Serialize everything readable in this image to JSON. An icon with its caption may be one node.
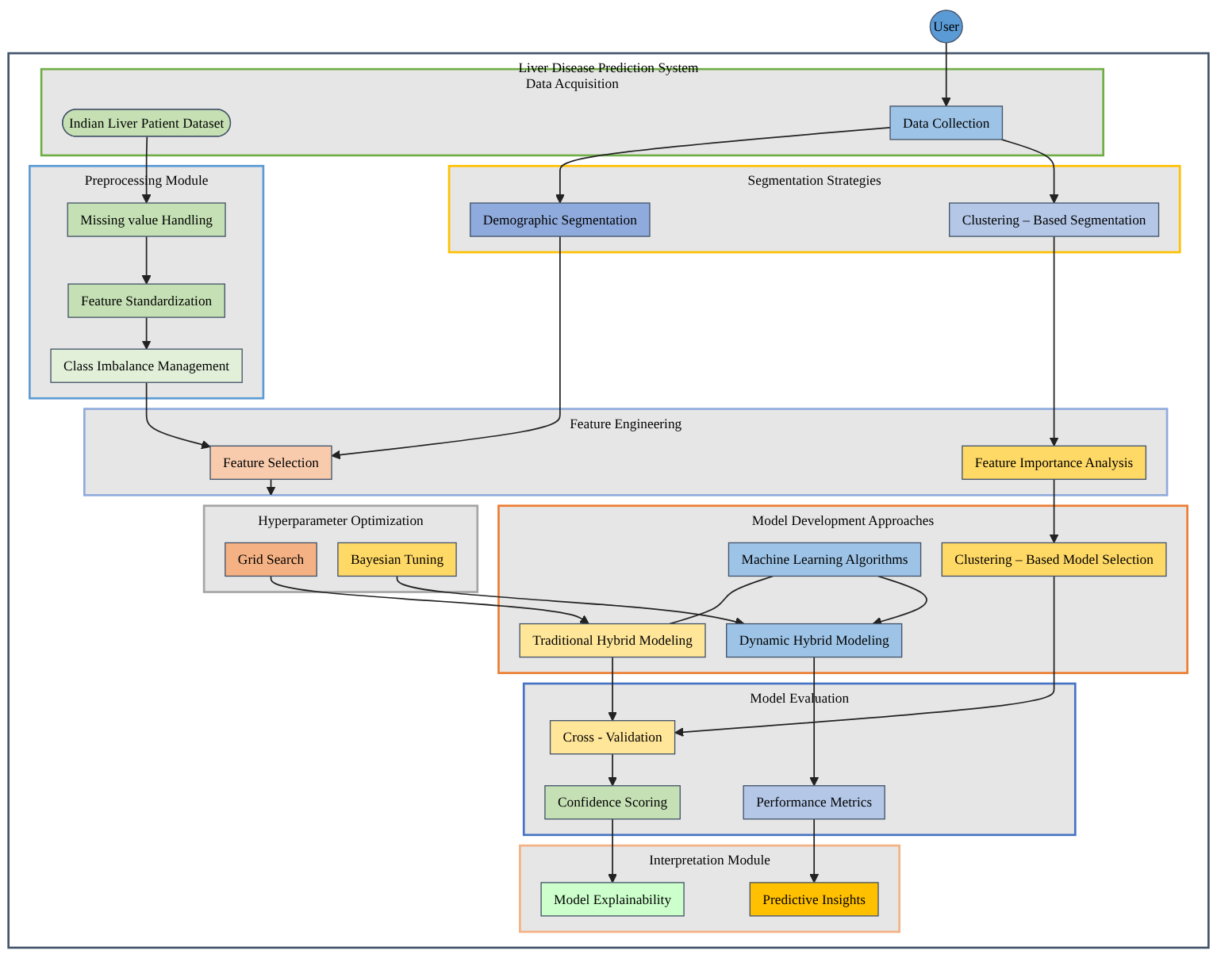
{
  "diagram": {
    "nodes": [
      {
        "text": [
          "User"
        ]
      },
      {
        "text": [
          "Liver Disease Prediction System"
        ]
      },
      {
        "text": [
          "Data Acquisition"
        ],
        "in": 1
      },
      {
        "text": [
          "Indian Liver Patient Dataset"
        ],
        "in": 2
      },
      {
        "text": [
          "Data Collection"
        ],
        "in": 2
      },
      {
        "text": [
          "Preprocessing Module"
        ],
        "in": 1
      },
      {
        "text": [
          "Missing value Handling"
        ],
        "in": 5
      },
      {
        "text": [
          "Feature Standardization"
        ],
        "in": 5
      },
      {
        "text": [
          "Class Imbalance Management"
        ],
        "in": 5
      },
      {
        "text": [
          "Segmentation Strategies"
        ],
        "in": 1
      },
      {
        "text": [
          "Demographic Segmentation"
        ],
        "in": 9
      },
      {
        "text": [
          "Clustering – Based Segmentation"
        ],
        "in": 9
      },
      {
        "text": [
          "Feature Engineering"
        ],
        "in": 1
      },
      {
        "text": [
          "Feature Selection"
        ],
        "in": 12
      },
      {
        "text": [
          "Feature Importance Analysis"
        ],
        "in": 12
      },
      {
        "text": [
          "Hyperparameter Optimization"
        ],
        "in": 1
      },
      {
        "text": [
          "Grid Search"
        ],
        "in": 15
      },
      {
        "text": [
          "Bayesian Tuning"
        ],
        "in": 15
      },
      {
        "text": [
          "Model Development Approaches"
        ],
        "in": 1
      },
      {
        "text": [
          "Machine Learning Algorithms"
        ],
        "in": 18
      },
      {
        "text": [
          "Clustering – Based Model Selection"
        ],
        "in": 18
      },
      {
        "text": [
          "Traditional Hybrid Modeling"
        ],
        "in": 18
      },
      {
        "text": [
          "Dynamic Hybrid Modeling"
        ],
        "in": 18
      },
      {
        "text": [
          "Model Evaluation"
        ],
        "in": 1
      },
      {
        "text": [
          "Cross - Validation"
        ],
        "in": 23
      },
      {
        "text": [
          "Performance Metrics"
        ],
        "in": 23
      },
      {
        "text": [
          "Confidence Scoring"
        ],
        "in": 23
      },
      {
        "text": [
          "Interpretation Module"
        ],
        "in": 1
      },
      {
        "text": [
          "Model Explainability"
        ],
        "in": 27
      },
      {
        "text": [
          "Predictive Insights"
        ],
        "in": 27
      }
    ],
    "edges": [
      {
        "from": 0,
        "to": 4,
        "arrow": "to"
      },
      {
        "from": 3,
        "to": 6,
        "arrow": "to"
      },
      {
        "from": 6,
        "to": 7,
        "arrow": "to"
      },
      {
        "from": 7,
        "to": 8,
        "arrow": "to"
      },
      {
        "from": 4,
        "to": 10,
        "arrow": "to"
      },
      {
        "from": 4,
        "to": 11,
        "arrow": "to"
      },
      {
        "from": 8,
        "to": 13,
        "arrow": "to"
      },
      {
        "from": 10,
        "to": 13,
        "arrow": "to"
      },
      {
        "from": 11,
        "to": 14,
        "arrow": "to"
      },
      {
        "from": 13,
        "to": 15,
        "arrow": "to"
      },
      {
        "from": 14,
        "to": 20,
        "arrow": "to"
      },
      {
        "from": 16,
        "to": 21,
        "arrow": "to"
      },
      {
        "from": 17,
        "to": 22,
        "arrow": "to"
      },
      {
        "from": 19,
        "to": 21,
        "arrow": "none"
      },
      {
        "from": 19,
        "to": 22,
        "arrow": "to"
      },
      {
        "from": 20,
        "to": 24,
        "arrow": "to"
      },
      {
        "from": 21,
        "to": 24,
        "arrow": "to"
      },
      {
        "from": 22,
        "to": 25,
        "arrow": "to"
      },
      {
        "from": 24,
        "to": 26,
        "arrow": "to"
      },
      {
        "from": 26,
        "to": 28,
        "arrow": "to"
      },
      {
        "from": 25,
        "to": 29,
        "arrow": "to"
      }
    ]
  }
}
